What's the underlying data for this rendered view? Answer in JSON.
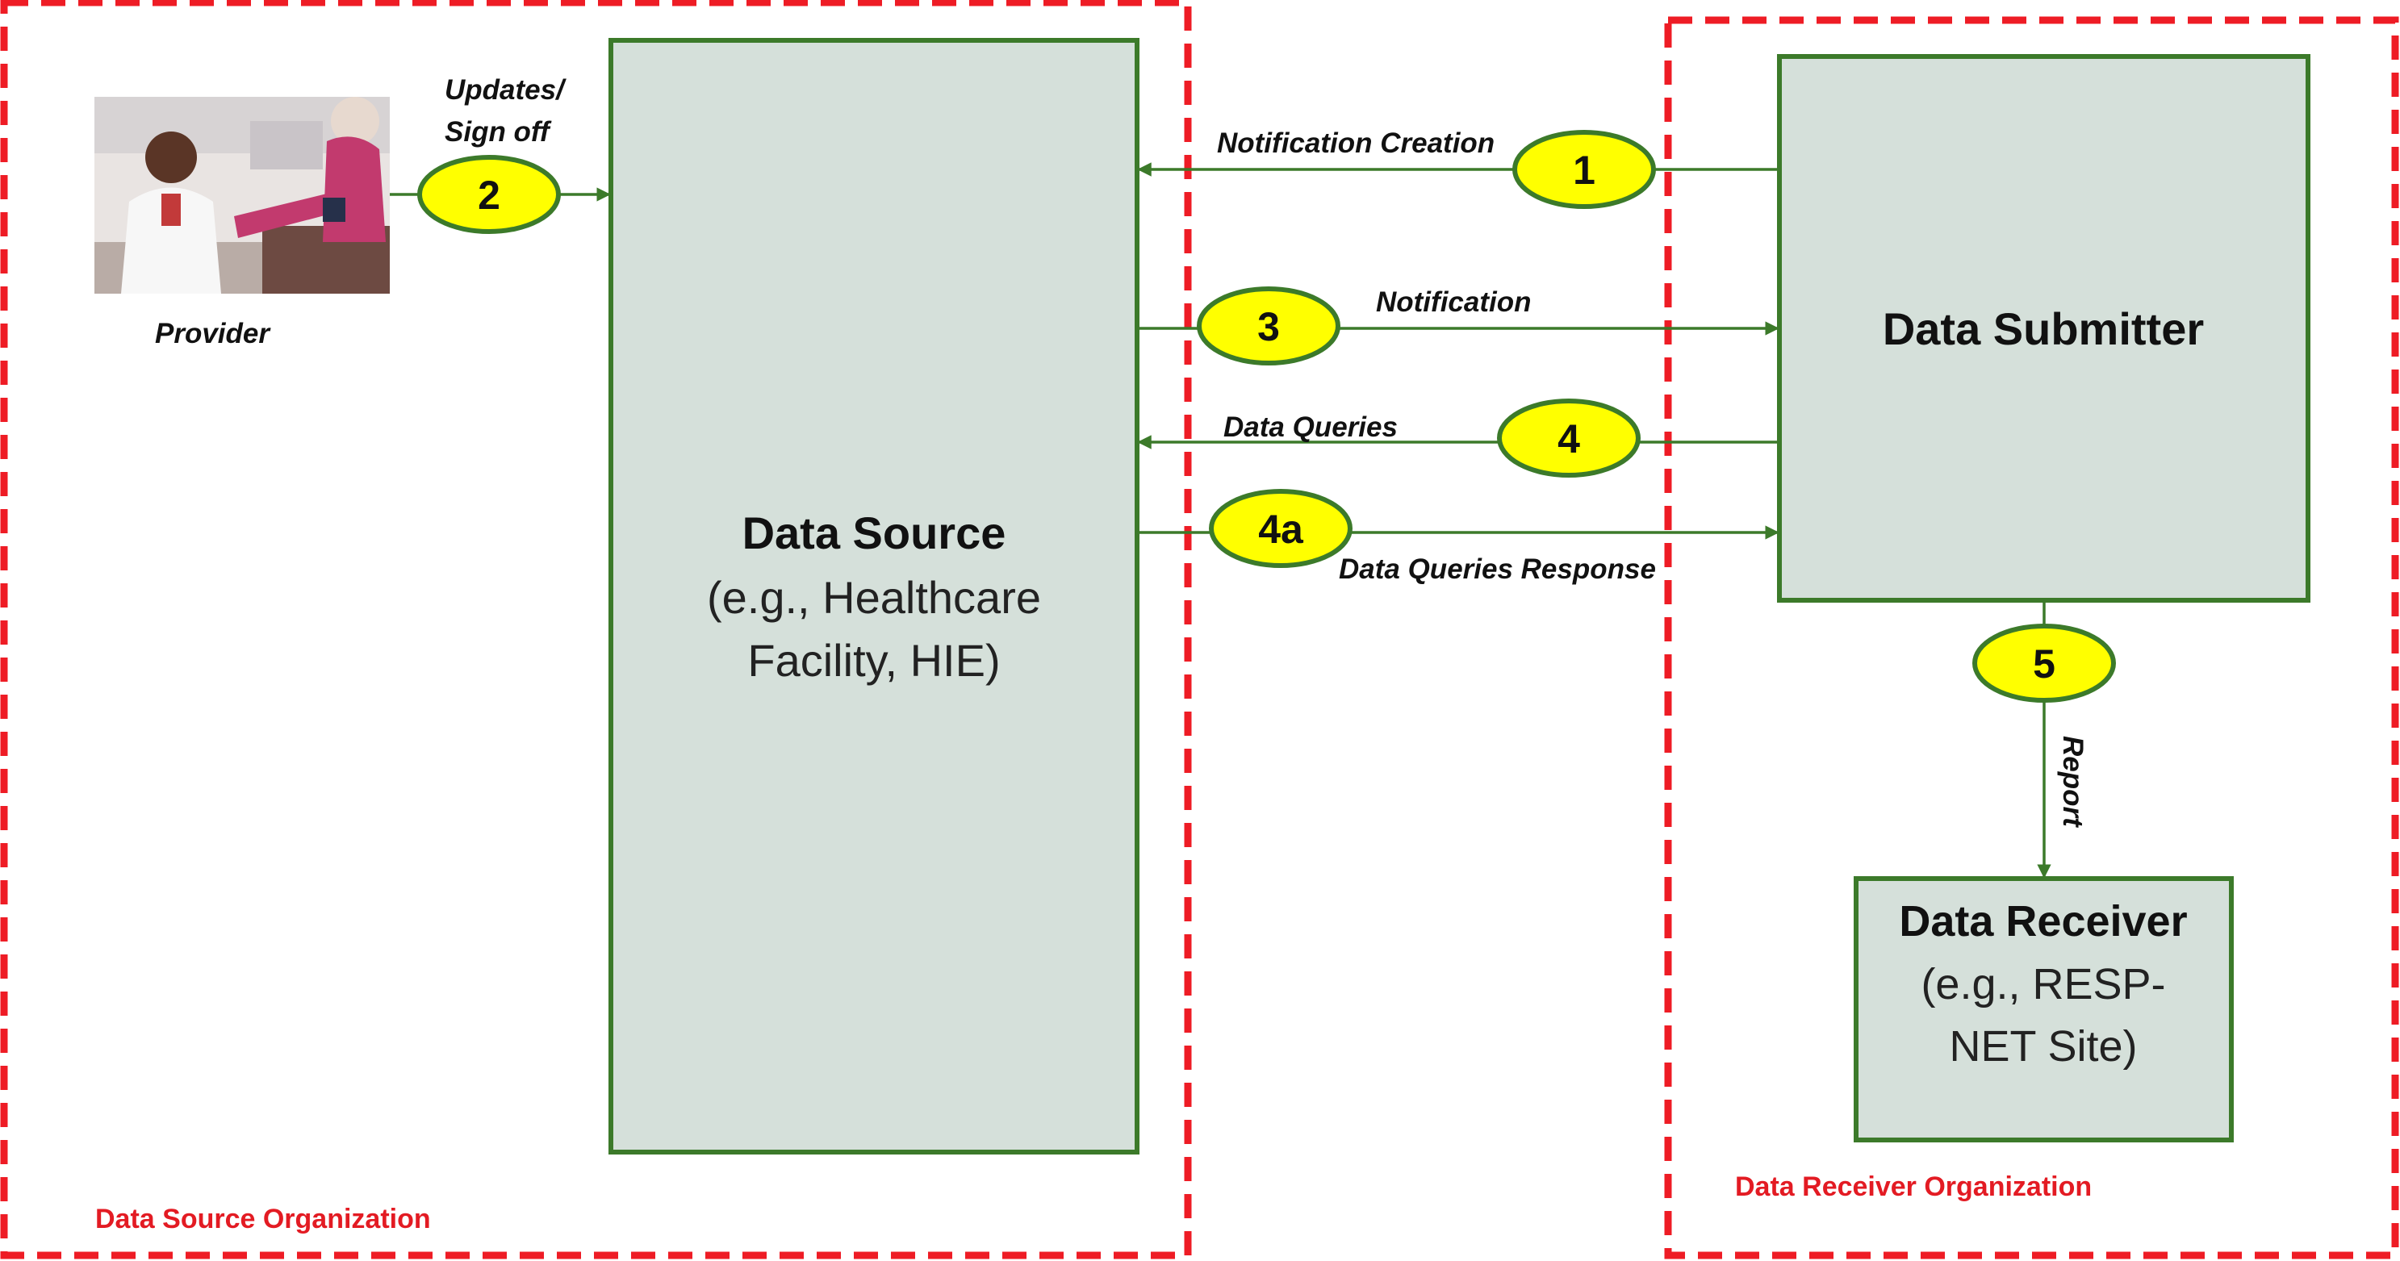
{
  "colors": {
    "org_border": "#ee1c25",
    "org_label": "#e31b23",
    "box_fill": "#d5e0da",
    "box_border": "#3c7a2a",
    "arrow": "#3c7a2a",
    "badge_fill": "#ffff00",
    "badge_border": "#3c7a2a"
  },
  "organizations": {
    "source": {
      "label": "Data Source Organization"
    },
    "receiver": {
      "label": "Data Receiver Organization"
    }
  },
  "provider": {
    "label": "Provider",
    "photo_icon": "doctor-patient-photo"
  },
  "boxes": {
    "data_source": {
      "title": "Data Source",
      "line1": "(e.g., Healthcare",
      "line2": "Facility, HIE)"
    },
    "data_submitter": {
      "title": "Data Submitter"
    },
    "data_receiver": {
      "title": "Data Receiver",
      "line1": "(e.g., RESP-",
      "line2": "NET Site)"
    }
  },
  "steps": [
    {
      "number": "1",
      "label": "Notification Creation"
    },
    {
      "number": "2",
      "label_line1": "Updates/",
      "label_line2": "Sign off"
    },
    {
      "number": "3",
      "label": "Notification"
    },
    {
      "number": "4",
      "label": "Data Queries"
    },
    {
      "number": "4a",
      "label": "Data Queries Response"
    },
    {
      "number": "5",
      "label": "Report"
    }
  ]
}
